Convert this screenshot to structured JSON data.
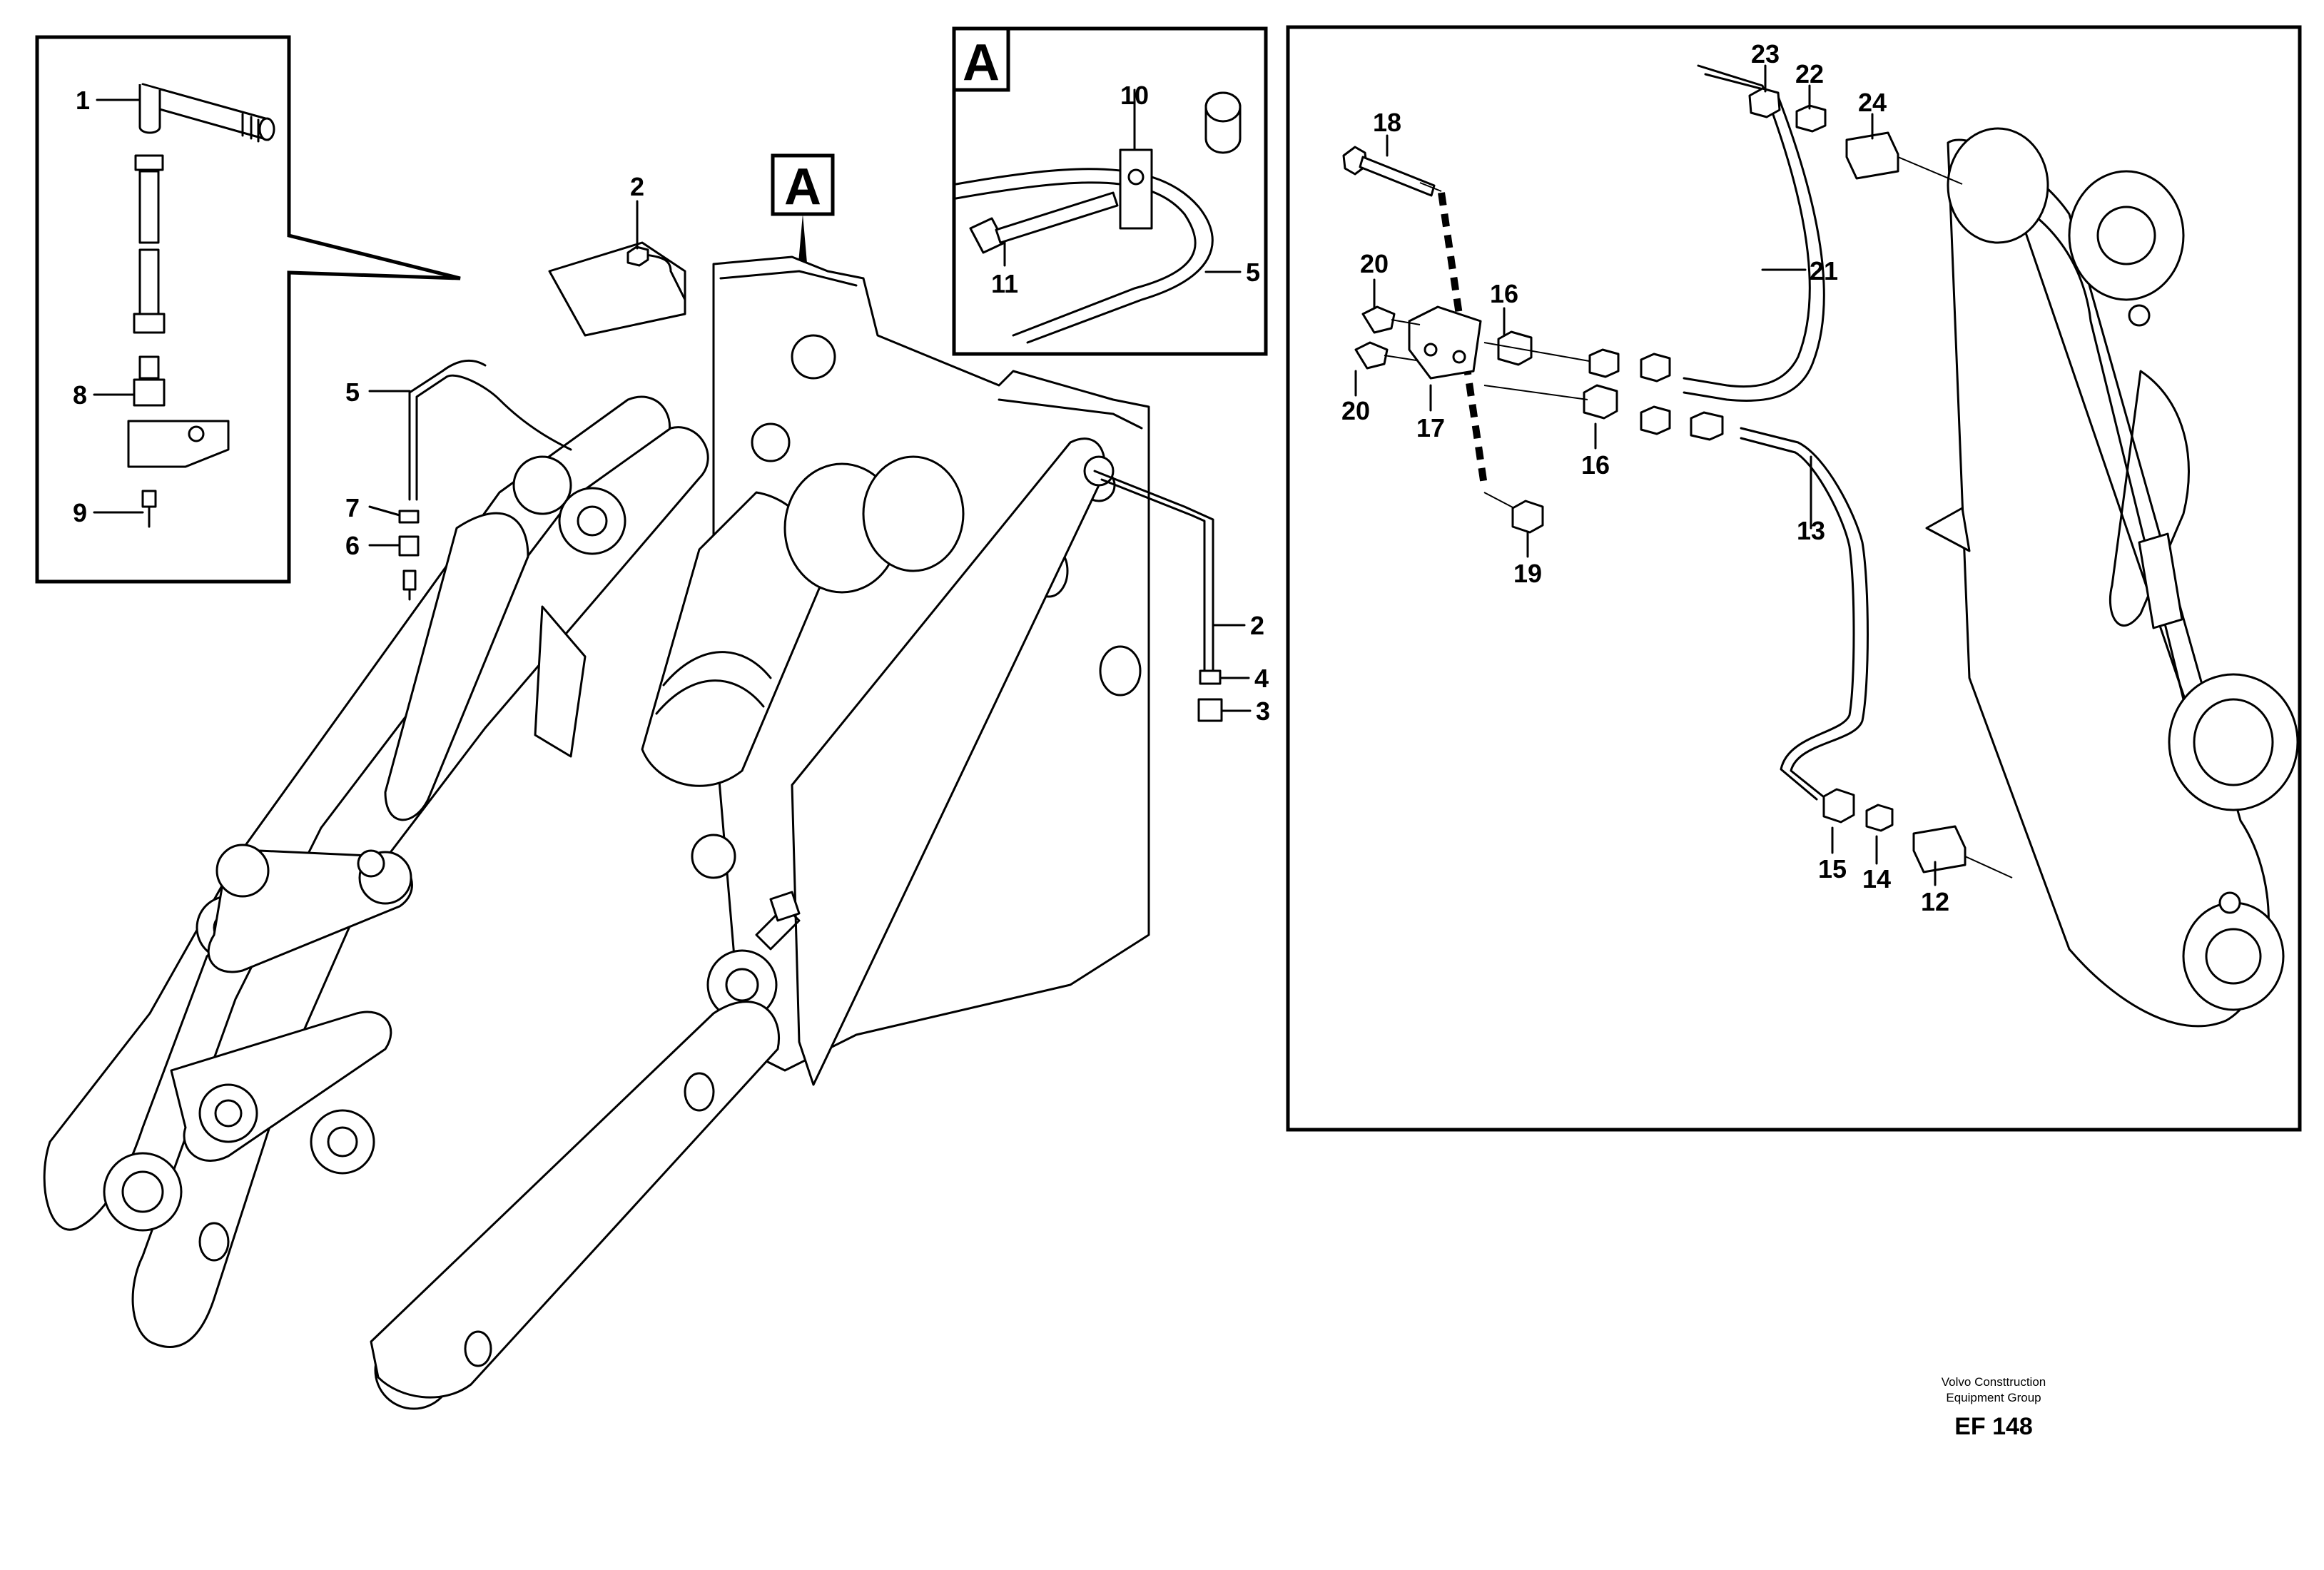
{
  "section_labels": {
    "detail_a_title": "A",
    "pointer_a": "A"
  },
  "callouts": {
    "n1": "1",
    "n8": "8",
    "n9": "9",
    "n2_upper": "2",
    "n5_left": "5",
    "n7": "7",
    "n6": "6",
    "n2_right": "2",
    "n4": "4",
    "n3": "3",
    "n10": "10",
    "n11": "11",
    "n5_detail": "5",
    "n18": "18",
    "n23": "23",
    "n22": "22",
    "n24": "24",
    "n21": "21",
    "n20_top": "20",
    "n16_top": "16",
    "n20_bottom": "20",
    "n17": "17",
    "n16_bottom": "16",
    "n19": "19",
    "n13": "13",
    "n15": "15",
    "n14": "14",
    "n12": "12"
  },
  "footer": {
    "company_line1": "Volvo Consttruction",
    "company_line2": "Equipment Group",
    "figure_code": "EF 148"
  }
}
